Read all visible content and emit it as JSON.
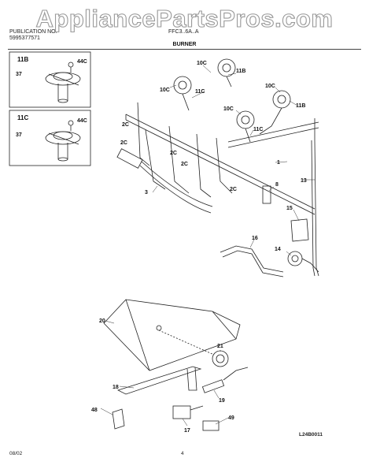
{
  "watermark": "AppliancePartsPros.com",
  "header": {
    "publication_line1": "PUBLICATION NO.",
    "publication_number": "5995377571",
    "model_text": "FFC3..6A..A"
  },
  "section_title": "BURNER",
  "insets": [
    {
      "title": "11B",
      "labels": [
        "44C",
        "37"
      ]
    },
    {
      "title": "11C",
      "labels": [
        "44C",
        "37"
      ]
    }
  ],
  "callouts": [
    "10C",
    "11B",
    "10C",
    "11C",
    "10C",
    "11B",
    "10C",
    "11C",
    "2C",
    "2C",
    "2C",
    "2C",
    "2C",
    "1",
    "3",
    "8",
    "13",
    "15",
    "16",
    "14",
    "20",
    "21",
    "18",
    "19",
    "48",
    "17",
    "49"
  ],
  "footer": {
    "date": "08/02",
    "page": "4",
    "diagram_code": "L24B0011"
  }
}
